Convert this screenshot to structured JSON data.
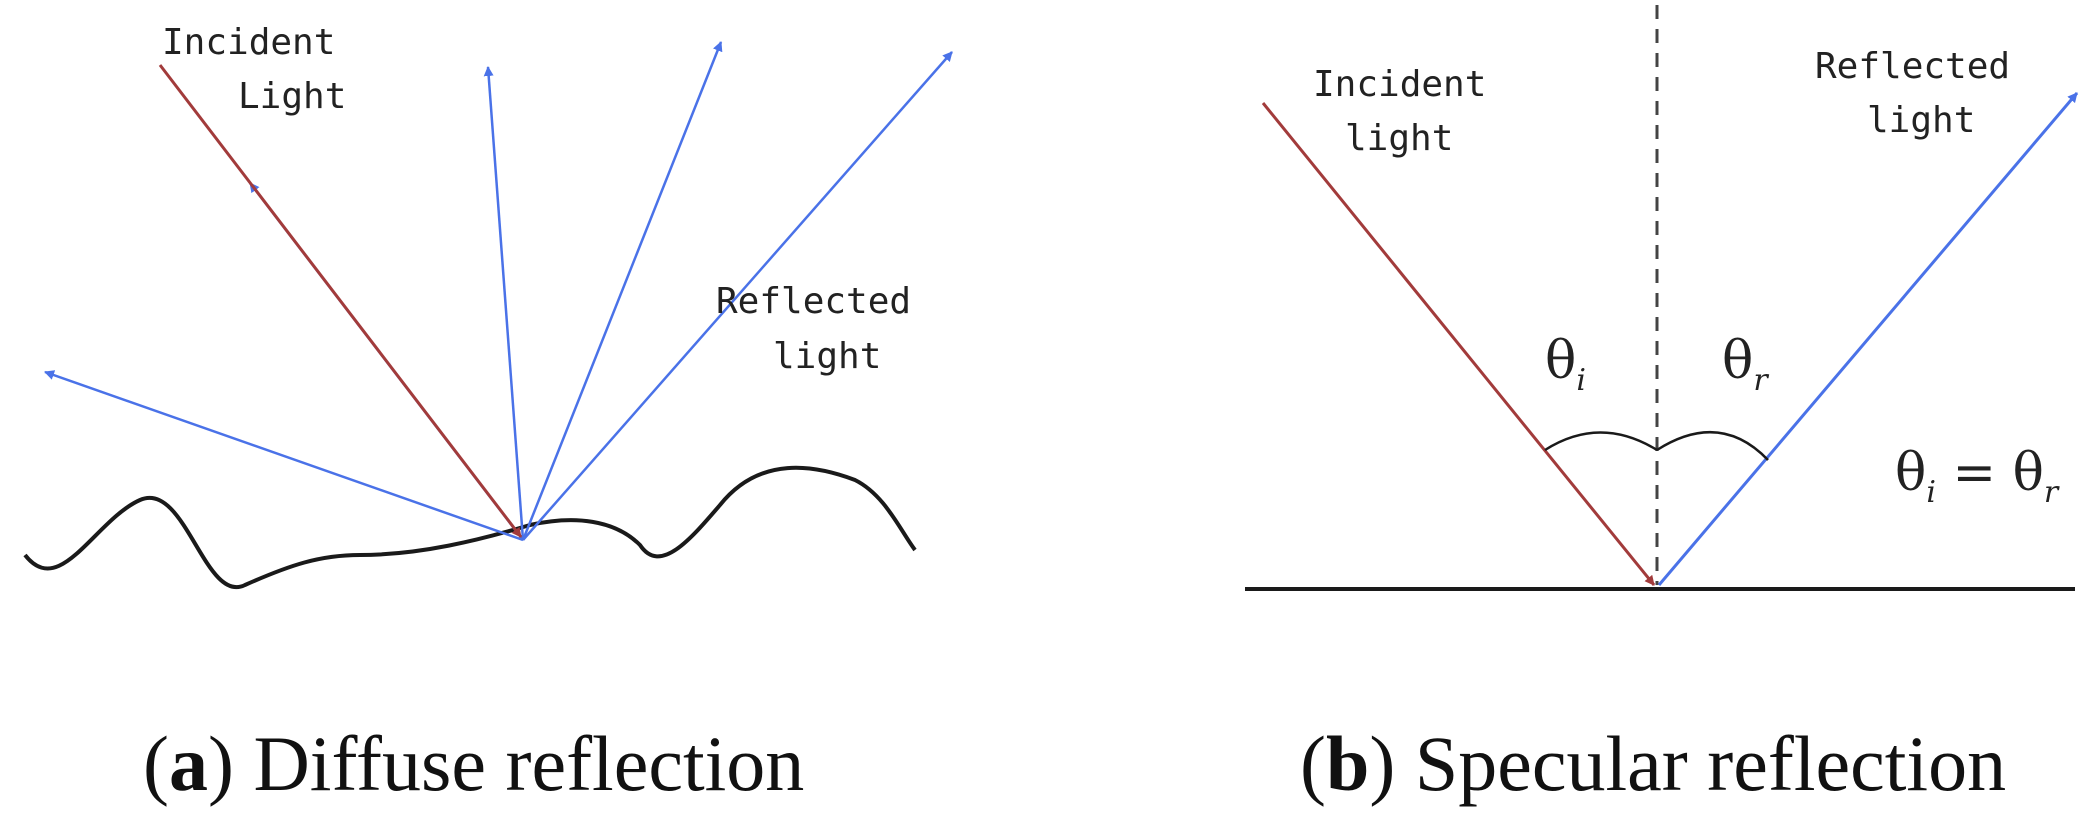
{
  "colors": {
    "incident": "#a23b3b",
    "reflected": "#4a72e8",
    "surface": "#1a1a1a",
    "normal": "#444444"
  },
  "panel_a": {
    "incident_label_1": "Incident",
    "incident_label_2": "Light",
    "reflected_label_1": "Reflected",
    "reflected_label_2": "light",
    "caption_letter": "a",
    "caption_text": " Diffuse reflection"
  },
  "panel_b": {
    "incident_label_1": "Incident",
    "incident_label_2": "light",
    "reflected_label_1": "Reflected",
    "reflected_label_2": "light",
    "theta_symbol": "θ",
    "sub_i": "i",
    "sub_r": "r",
    "equals": " = ",
    "caption_letter": "b",
    "caption_text": " Specular reflection"
  }
}
